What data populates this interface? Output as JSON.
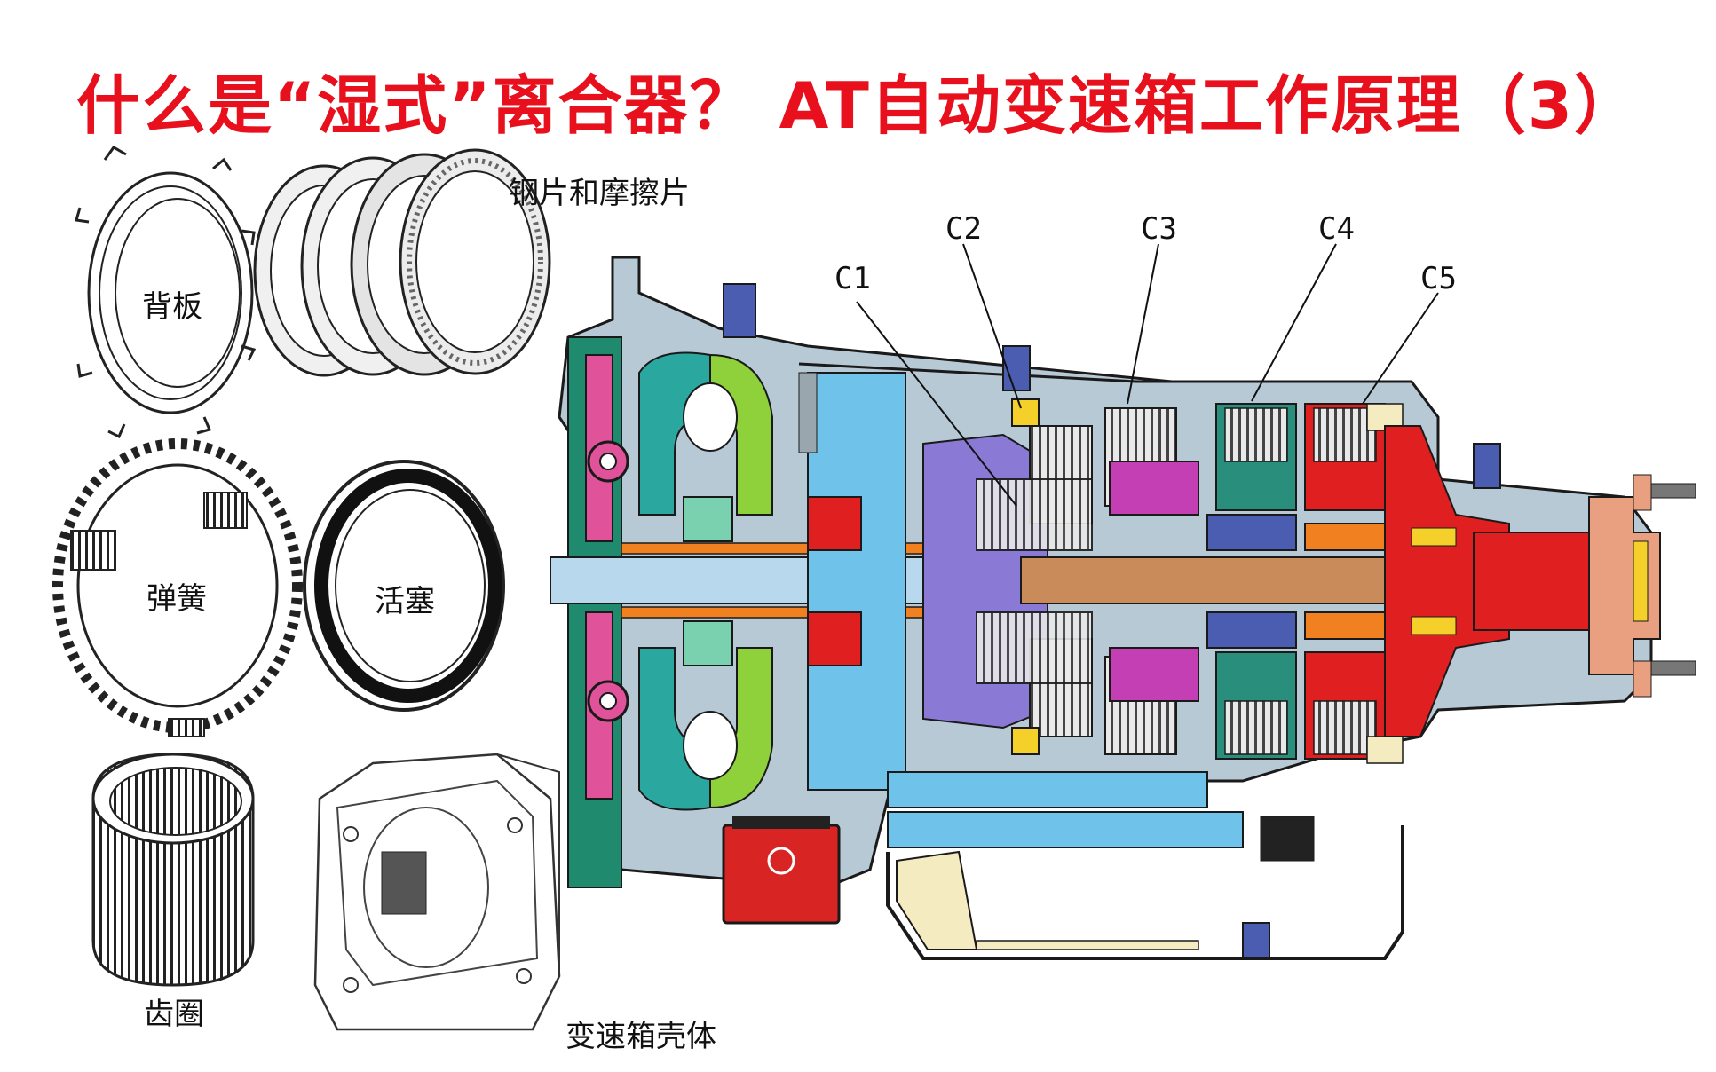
{
  "title": {
    "text": "什么是“湿式”离合器？  AT自动变速箱工作原理（3）",
    "color": "#e8101c"
  },
  "parts": {
    "back_plate": "背板",
    "plates": "钢片和摩擦片",
    "spring": "弹簧",
    "piston": "活塞",
    "ring_gear": "齿圈",
    "housing": "变速箱壳体"
  },
  "clutches": [
    "C1",
    "C2",
    "C3",
    "C4",
    "C5"
  ],
  "icons": {
    "back_plate": "back-plate-drawing",
    "plates": "clutch-plates-drawing",
    "spring": "spring-ring-drawing",
    "piston": "piston-ring-drawing",
    "ring_gear": "ring-gear-drawing",
    "housing": "transmission-housing-drawing",
    "cutaway": "transmission-cutaway-diagram"
  },
  "colors": {
    "casing": "#b8c9d6",
    "outline": "#1a1a1a",
    "converter_green": "#1f8a6e",
    "turbine_teal": "#2aa8a0",
    "stator_lime": "#8fd13a",
    "pink": "#e0539a",
    "magenta": "#c33fb3",
    "purple": "#8a7ad6",
    "blue_light": "#6fc3ea",
    "orange": "#f08020",
    "red": "#e02020",
    "yellow": "#f6d02a",
    "shaft_brown": "#c98b5a",
    "salmon": "#e8a080",
    "navy": "#4a5db0",
    "pan_cream": "#f4ecc0",
    "filter_red": "#d92424"
  }
}
